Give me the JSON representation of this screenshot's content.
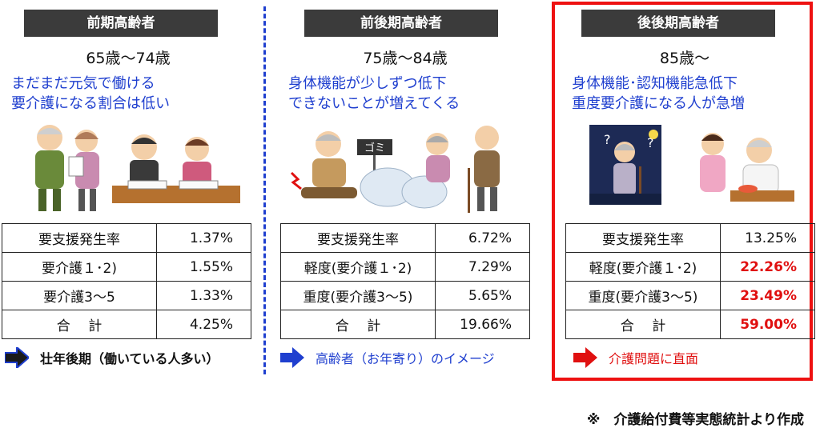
{
  "columns": [
    {
      "header": "前期高齢者",
      "age": "65歳～74歳",
      "desc": [
        "まだまだ元気で働ける",
        "要介護になる割合は低い"
      ],
      "rows": [
        {
          "label": "要支援発生率",
          "value": "1.37%"
        },
        {
          "label": "要介護１･2)",
          "value": "1.55%"
        },
        {
          "label": "要介護3～5",
          "value": "1.33%"
        },
        {
          "label": "合　 計",
          "value": "4.25%"
        }
      ],
      "footer": "壮年後期（働いている人多い）",
      "arrow_color": "#1a1a1a"
    },
    {
      "header": "前後期高齢者",
      "age": "75歳～84歳",
      "desc": [
        "身体機能が少しずつ低下",
        "できないことが増えてくる"
      ],
      "sign": "ゴミ",
      "rows": [
        {
          "label": "要支援発生率",
          "value": "6.72%"
        },
        {
          "label": "軽度(要介護１･2)",
          "value": "7.29%"
        },
        {
          "label": "重度(要介護3～5)",
          "value": "5.65%"
        },
        {
          "label": "合　 計",
          "value": "19.66%"
        }
      ],
      "footer": "高齢者（お年寄り）のイメージ",
      "arrow_color": "#1f3fcf"
    },
    {
      "header": "後後期高齢者",
      "age": "85歳～",
      "desc": [
        "身体機能･認知機能急低下",
        "重度要介護になる人が急増"
      ],
      "rows": [
        {
          "label": "要支援発生率",
          "value": "13.25%"
        },
        {
          "label": "軽度(要介護１･2)",
          "value": "22.26%"
        },
        {
          "label": "重度(要介護3～5)",
          "value": "23.49%"
        },
        {
          "label": "合　 計",
          "value": "59.00%"
        }
      ],
      "footer": "介護問題に直面",
      "arrow_color": "#e01010"
    }
  ],
  "source_note": "※　介護給付費等実態統計より作成",
  "colors": {
    "header_bg": "#3b3b3b",
    "accent_blue": "#1f3fcf",
    "accent_red": "#e01010"
  }
}
